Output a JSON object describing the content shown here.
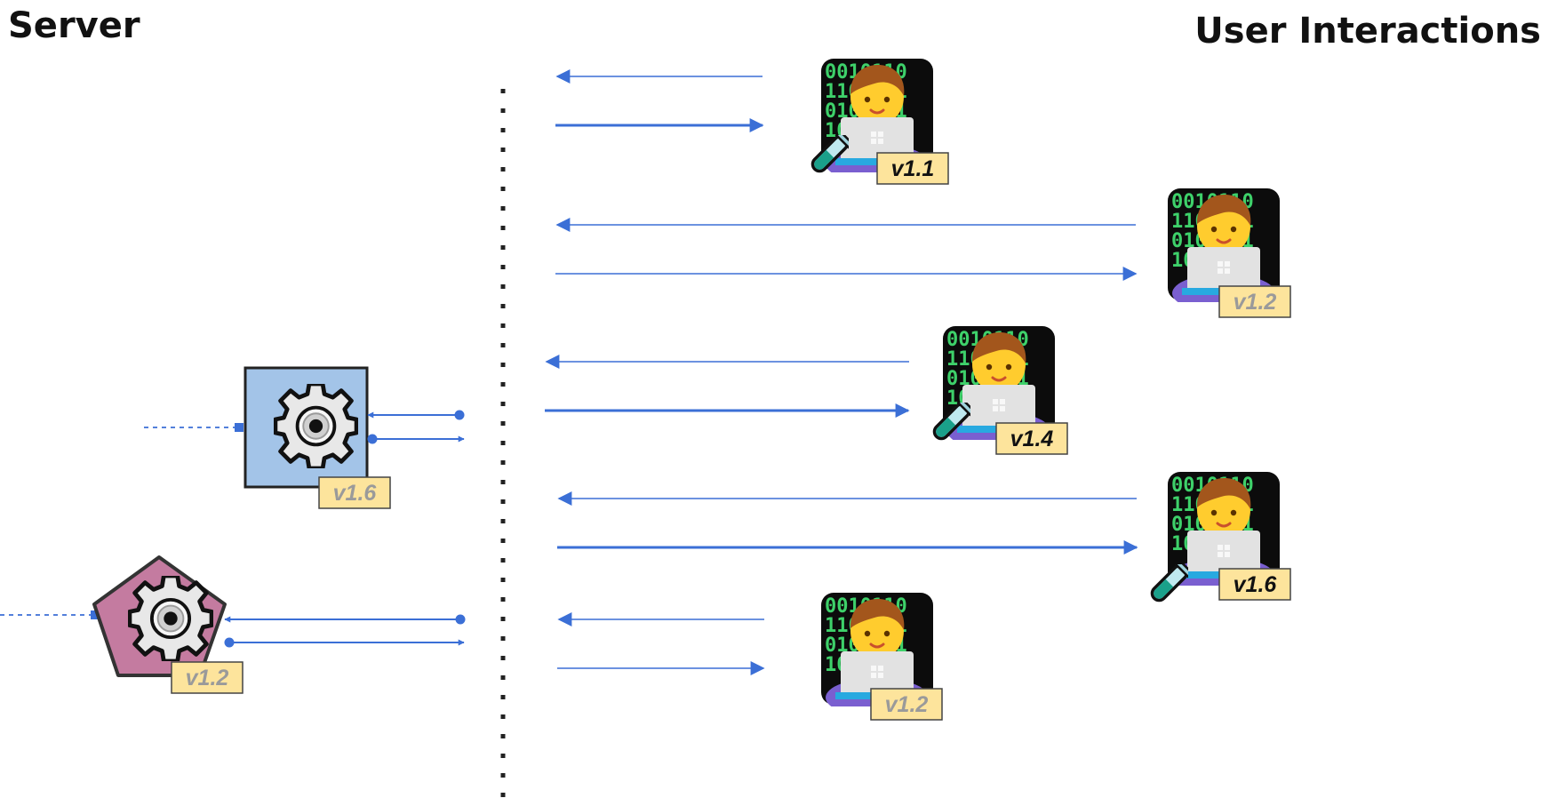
{
  "headings": {
    "server": "Server",
    "users": "User Interactions"
  },
  "colors": {
    "arrow": "#3b6fd6",
    "badge_fill": "#fde49c",
    "service_square_fill": "#a3c4e8",
    "service_pentagon_fill": "#c47ba0",
    "version_current": "#111111",
    "version_outdated": "#9a9a9a"
  },
  "server": {
    "services": [
      {
        "shape": "square",
        "version": "v1.6",
        "icon": "gear-icon"
      },
      {
        "shape": "pentagon",
        "version": "v1.2",
        "icon": "gear-icon"
      }
    ]
  },
  "users": [
    {
      "version": "v1.1",
      "icon": "technologist-icon",
      "test_tube": true,
      "badge_style": "current"
    },
    {
      "version": "v1.2",
      "icon": "technologist-icon",
      "test_tube": false,
      "badge_style": "outdated"
    },
    {
      "version": "v1.4",
      "icon": "technologist-icon",
      "test_tube": true,
      "badge_style": "current"
    },
    {
      "version": "v1.6",
      "icon": "technologist-icon",
      "test_tube": true,
      "badge_style": "current"
    },
    {
      "version": "v1.2",
      "icon": "technologist-icon",
      "test_tube": false,
      "badge_style": "outdated"
    }
  ],
  "divider": {
    "style": "dotted",
    "label": ""
  }
}
